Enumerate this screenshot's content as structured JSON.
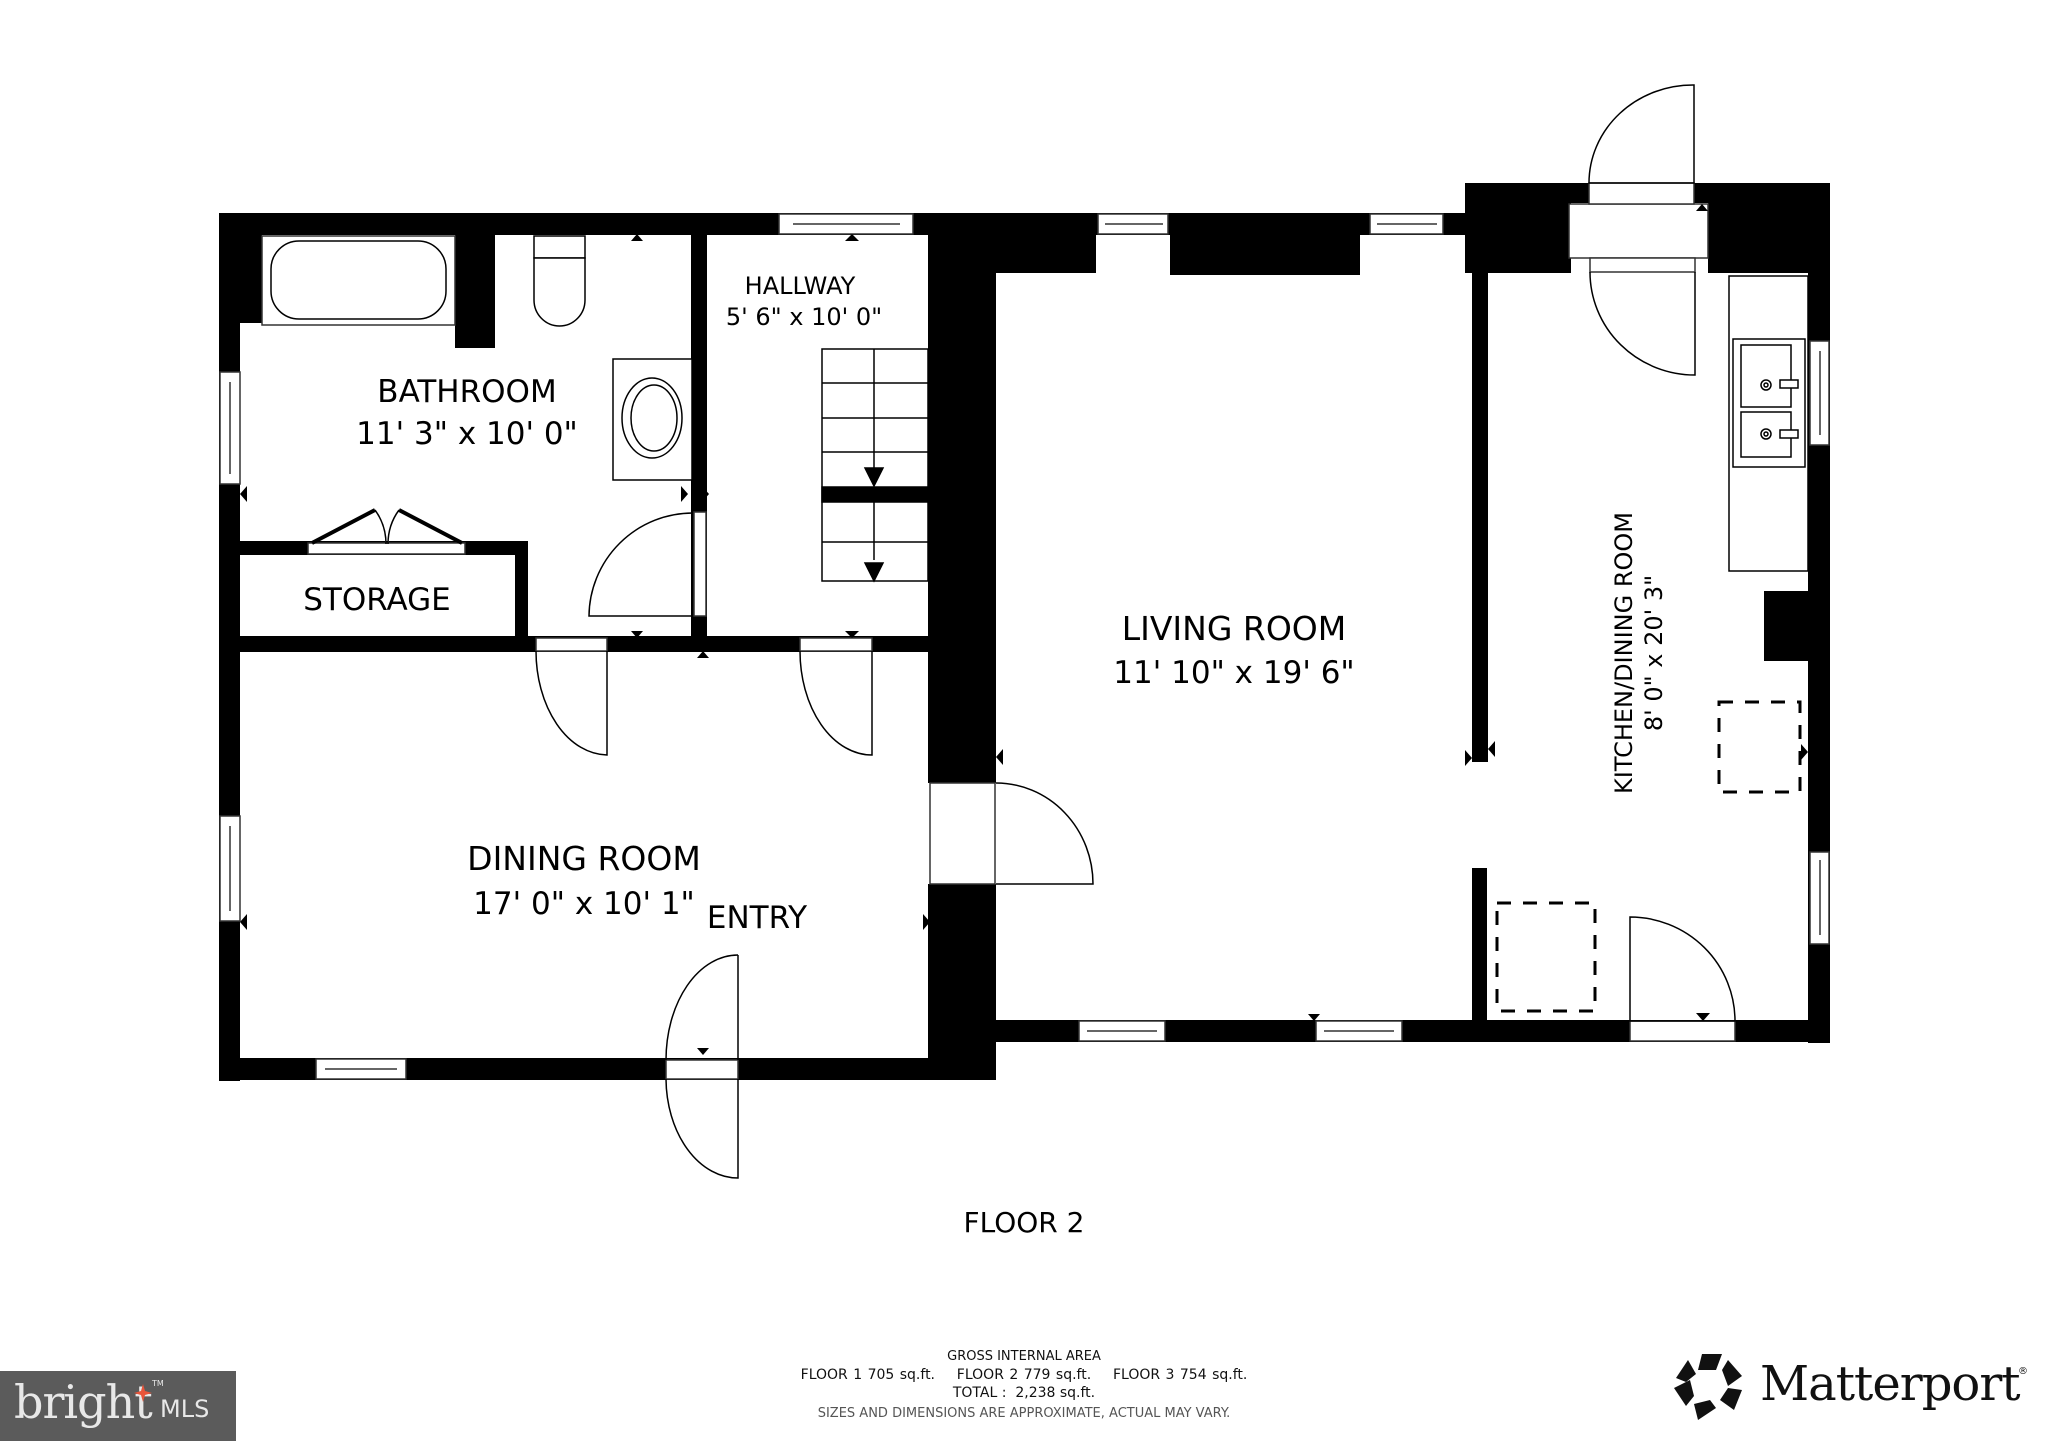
{
  "floor_label": "FLOOR 2",
  "rooms": {
    "bathroom": {
      "name": "BATHROOM",
      "size": "11' 3\" x 10' 0\""
    },
    "hallway": {
      "name": "HALLWAY",
      "size": "5' 6\" x 10' 0\""
    },
    "storage": {
      "name": "STORAGE"
    },
    "living_room": {
      "name": "LIVING ROOM",
      "size": "11' 10\" x 19' 6\""
    },
    "dining_room": {
      "name": "DINING ROOM",
      "size": "17' 0\" x 10' 1\""
    },
    "entry": {
      "name": "ENTRY"
    },
    "kitchen_dining": {
      "name": "KITCHEN/DINING ROOM",
      "size": "8' 0\" x 20' 3\""
    }
  },
  "footer": {
    "title": "GROSS INTERNAL AREA",
    "floors": "FLOOR 1 705 sq.ft.    FLOOR 2 779 sq.ft.    FLOOR 3 754 sq.ft.",
    "floor_areas": [
      {
        "floor": "FLOOR 1",
        "area": "705 sq.ft."
      },
      {
        "floor": "FLOOR 2",
        "area": "779 sq.ft."
      },
      {
        "floor": "FLOOR 3",
        "area": "754 sq.ft."
      }
    ],
    "total": "TOTAL :  2,238 sq.ft.",
    "note": "SIZES AND DIMENSIONS ARE APPROXIMATE, ACTUAL MAY VARY."
  },
  "logos": {
    "bright": {
      "word": "bright",
      "suffix": "MLS",
      "tm": "TM",
      "bg_color": "#5b5b5b",
      "star_color": "#e8543a"
    },
    "matterport": {
      "word": "Matterport",
      "reg": "®"
    }
  },
  "colors": {
    "wall": "#000000",
    "background": "#ffffff"
  }
}
